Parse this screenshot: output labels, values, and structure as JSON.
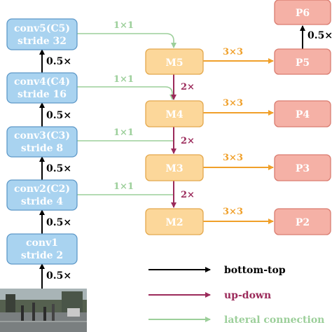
{
  "colors": {
    "blue_fill": "#a9d3f0",
    "orange_fill": "#fcd79a",
    "pink_fill": "#f5b1a6",
    "bottom_top": "#000000",
    "up_down": "#9b2a5a",
    "lateral": "#9ccf9a",
    "conv3x3": "#f0a02a"
  },
  "backbone": {
    "c5": {
      "line1": "conv5(C5)",
      "line2": "stride 32"
    },
    "c4": {
      "line1": "conv4(C4)",
      "line2": "stride 16"
    },
    "c3": {
      "line1": "conv3(C3)",
      "line2": "stride 8"
    },
    "c2": {
      "line1": "conv2(C2)",
      "line2": "stride 4"
    },
    "c1": {
      "line1": "conv1",
      "line2": "stride 2"
    }
  },
  "scales": {
    "input_to_c1": "0.5×",
    "c1_to_c2": "0.5×",
    "c2_to_c3": "0.5×",
    "c3_to_c4": "0.5×",
    "c4_to_c5": "0.5×",
    "p5_to_p6": "0.5×"
  },
  "lateral_labels": {
    "c5": "1×1",
    "c4": "1×1",
    "c3": "1×1",
    "c2": "1×1"
  },
  "merge": {
    "m5": "M5",
    "m4": "M4",
    "m3": "M3",
    "m2": "M2"
  },
  "upsample_labels": {
    "m5_m4": "2×",
    "m4_m3": "2×",
    "m3_m2": "2×"
  },
  "conv_labels": {
    "m5": "3×3",
    "m4": "3×3",
    "m3": "3×3",
    "m2": "3×3"
  },
  "pyramid": {
    "p6": "P6",
    "p5": "P5",
    "p4": "P4",
    "p3": "P3",
    "p2": "P2"
  },
  "legend": {
    "bottom_top": "bottom-top",
    "up_down": "up-down",
    "lateral": "lateral connection"
  },
  "input_image": {
    "icon": "street-scene-photo"
  }
}
